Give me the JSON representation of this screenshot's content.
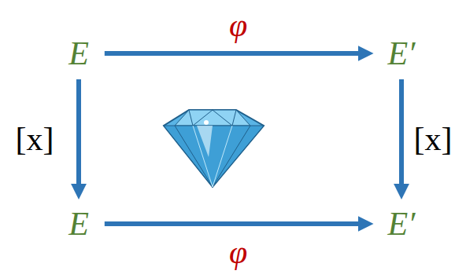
{
  "diagram": {
    "nodes": [
      {
        "text": [
          "E"
        ]
      },
      {
        "text": [
          "E′"
        ]
      },
      {
        "text": [
          "E"
        ]
      },
      {
        "text": [
          "E′"
        ]
      }
    ],
    "edges": [
      {
        "from": 0,
        "to": 1,
        "arrow": "to",
        "label": "φ"
      },
      {
        "from": 0,
        "to": 2,
        "arrow": "to",
        "label": "[x]"
      },
      {
        "from": 1,
        "to": 3,
        "arrow": "to",
        "label": "[x]"
      },
      {
        "from": 2,
        "to": 3,
        "arrow": "to",
        "label": "φ"
      }
    ]
  }
}
